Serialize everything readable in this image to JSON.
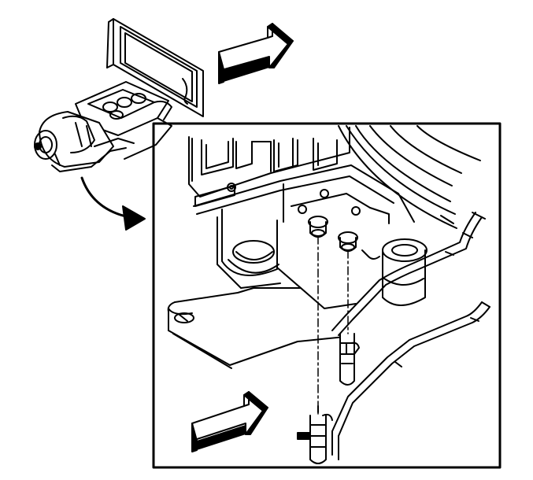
{
  "figure": {
    "kind": "technical line illustration",
    "colors": {
      "ink": "#000000",
      "paper": "#ffffff"
    },
    "parts": [
      "locator-view",
      "detail-view-frame",
      "transmission-pan",
      "cooler-lines",
      "callout-arrow-top",
      "callout-arrow-bottom",
      "curved-pointer-arrow",
      "alignment-dashed-lines"
    ]
  }
}
